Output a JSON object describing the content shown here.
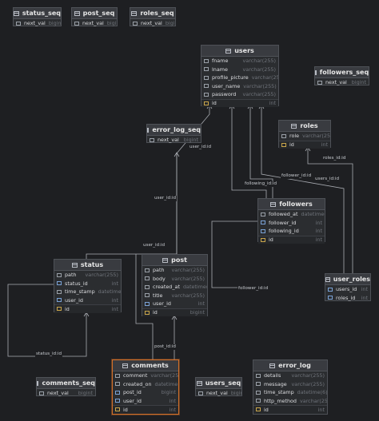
{
  "diagram": {
    "tables": {
      "status_seq": {
        "title": "status_seq",
        "columns": [
          {
            "name": "next_val",
            "type": "bigint"
          }
        ]
      },
      "post_seq": {
        "title": "post_seq",
        "columns": [
          {
            "name": "next_val",
            "type": "bigint"
          }
        ]
      },
      "roles_seq": {
        "title": "roles_seq",
        "columns": [
          {
            "name": "next_val",
            "type": "bigint"
          }
        ]
      },
      "users": {
        "title": "users",
        "columns": [
          {
            "name": "fname",
            "type": "varchar(255)"
          },
          {
            "name": "lname",
            "type": "varchar(255)"
          },
          {
            "name": "profile_picture",
            "type": "varchar(255)"
          },
          {
            "name": "user_name",
            "type": "varchar(255)"
          },
          {
            "name": "password",
            "type": "varchar(255)"
          },
          {
            "name": "id",
            "type": "int"
          }
        ]
      },
      "followers_seq": {
        "title": "followers_seq",
        "columns": [
          {
            "name": "next_val",
            "type": "bigint"
          }
        ]
      },
      "error_log_seq": {
        "title": "error_log_seq",
        "columns": [
          {
            "name": "next_val",
            "type": "bigint"
          }
        ]
      },
      "roles": {
        "title": "roles",
        "columns": [
          {
            "name": "role",
            "type": "varchar(255)"
          },
          {
            "name": "id",
            "type": "int"
          }
        ]
      },
      "followers": {
        "title": "followers",
        "columns": [
          {
            "name": "followed_at",
            "type": "datetime(6)"
          },
          {
            "name": "follower_id",
            "type": "int"
          },
          {
            "name": "following_id",
            "type": "int"
          },
          {
            "name": "id",
            "type": "int"
          }
        ]
      },
      "status": {
        "title": "status",
        "columns": [
          {
            "name": "path",
            "type": "varchar(255)"
          },
          {
            "name": "status_id",
            "type": "int"
          },
          {
            "name": "time_stamp",
            "type": "datetime(6)"
          },
          {
            "name": "user_id",
            "type": "int"
          },
          {
            "name": "id",
            "type": "int"
          }
        ]
      },
      "post": {
        "title": "post",
        "columns": [
          {
            "name": "path",
            "type": "varchar(255)"
          },
          {
            "name": "body",
            "type": "varchar(255)"
          },
          {
            "name": "created_at",
            "type": "datetime(6)"
          },
          {
            "name": "title",
            "type": "varchar(255)"
          },
          {
            "name": "user_id",
            "type": "int"
          },
          {
            "name": "id",
            "type": "bigint"
          }
        ]
      },
      "user_roles": {
        "title": "user_roles",
        "columns": [
          {
            "name": "users_id",
            "type": "int"
          },
          {
            "name": "roles_id",
            "type": "int"
          }
        ]
      },
      "comments_seq": {
        "title": "comments_seq",
        "columns": [
          {
            "name": "next_val",
            "type": "bigint"
          }
        ]
      },
      "comments": {
        "title": "comments",
        "columns": [
          {
            "name": "comment",
            "type": "varchar(255)"
          },
          {
            "name": "created_on",
            "type": "datetime(6)"
          },
          {
            "name": "post_id",
            "type": "bigint"
          },
          {
            "name": "user_id",
            "type": "int"
          },
          {
            "name": "id",
            "type": "int"
          }
        ]
      },
      "users_seq": {
        "title": "users_seq",
        "columns": [
          {
            "name": "next_val",
            "type": "bigint"
          }
        ]
      },
      "error_log": {
        "title": "error_log",
        "columns": [
          {
            "name": "details",
            "type": "varchar(255)"
          },
          {
            "name": "message",
            "type": "varchar(255)"
          },
          {
            "name": "time_stamp",
            "type": "datetime(6)"
          },
          {
            "name": "http_method",
            "type": "varchar(255)"
          },
          {
            "name": "id",
            "type": "int"
          }
        ]
      }
    },
    "edge_labels": {
      "user_id_a": "user_id:id",
      "user_id_b": "user_id:id",
      "user_id_c": "user_id:id",
      "follower_id_a": "follower_id:id",
      "follower_id_b": "follower_id:id",
      "following_id": "following_id:id",
      "users_id": "users_id:id",
      "roles_id": "roles_id:id",
      "status_id": "status_id:id",
      "post_id": "post_id:id"
    },
    "colors": {
      "background": "#1e1f22",
      "table_body": "#2b2d30",
      "table_header": "#393b40",
      "selected_border": "#d2702a",
      "edge": "#a9acb2"
    }
  }
}
